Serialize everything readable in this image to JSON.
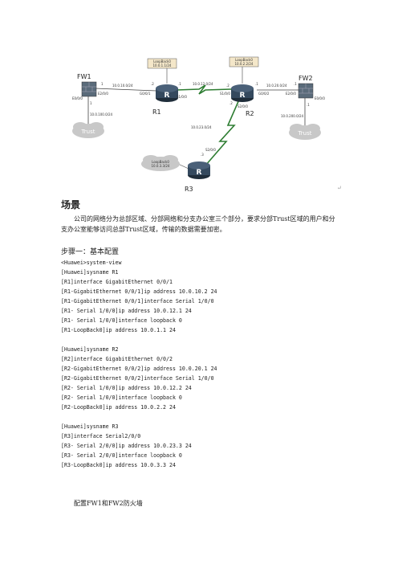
{
  "diagram": {
    "nodes": {
      "fw1": "FW1",
      "fw2": "FW2",
      "r1": "R1",
      "r2": "R2",
      "r3": "R3",
      "router_glyph": "R"
    },
    "loopbacks": {
      "r1": {
        "name": "LoopBack0",
        "ip": "10.0.1.1/24"
      },
      "r2": {
        "name": "LoopBack0",
        "ip": "10.0.2.2/24"
      },
      "r3": {
        "name": "LoopBack0",
        "ip": "10.0.3.3/24"
      }
    },
    "links": {
      "fw1_r1_net": "10.0.10.0/24",
      "r1_r2_net": "10.0.12.0/24",
      "r2_fw2_net": "10.0.20.0/24",
      "r2_r3_net": "10.0.23.0/24",
      "fw1_trust_net": "10.0.100.0/24",
      "fw2_trust_net": "10.0.200.0/24"
    },
    "ports": {
      "fw1_e200": "E2/0/0",
      "fw1_e000": "E0/0/0",
      "r1_g001": "G0/0/1",
      "r1_s100": "S1/0/0",
      "r2_s100": "S1/0/0",
      "r2_g002": "G0/0/2",
      "r2_s200": "S2/0/0",
      "fw2_e200": "E2/0/0",
      "fw2_e000": "E0/0/0",
      "r3_s200": "S2/0/0"
    },
    "host_ids": {
      "fw1_e200": "1",
      "fw1_e000": "1",
      "r1_g001": ".2",
      "r1_s100": ".1",
      "r2_s100": ".2",
      "r2_g002": ".1",
      "r2_s200": ".2",
      "fw2_e200": ".1",
      "fw2_e000": ".1",
      "r3_s200": ".3"
    },
    "trust_label": "Trust"
  },
  "scene_heading": "场景",
  "scene_text": "公司的网络分为总部区域、分部网络和分支办公室三个部分，要求分部Trust区域的用户和分支办公室能够访问总部Trust区域，传输的数据需要加密。",
  "step_title": "步骤一：基本配置",
  "code_lines": [
    "<Huawei>system-view",
    "[Huawei]sysname R1",
    "[R1]interface GigabitEthernet 0/0/1",
    "[R1-GigabitEthernet 0/0/1]ip address 10.0.10.2 24",
    "[R1-GigabitEthernet 0/0/1]interface Serial 1/0/0",
    "[R1- Serial 1/0/0]ip address 10.0.12.1 24",
    "[R1- Serial 1/0/0]interface loopback 0",
    "[R1-LoopBack0]ip address 10.0.1.1 24",
    "",
    "[Huawei]sysname R2",
    "[R2]interface GigabitEthernet 0/0/2",
    "[R2-GigabitEthernet 0/0/2]ip address 10.0.20.1 24",
    "[R2-GigabitEthernet 0/0/2]interface Serial 1/0/0",
    "[R2- Serial 1/0/0]ip address 10.0.12.2 24",
    "[R2- Serial 1/0/0]interface loopback 0",
    "[R2-LoopBack0]ip address 10.0.2.2 24",
    "",
    "[Huawei]sysname R3",
    "[R3]interface Serial2/0/0",
    "[R3- Serial 2/0/0]ip address 10.0.23.3 24",
    "[R3- Serial 2/0/0]interface loopback 0",
    "[R3-LoopBack0]ip address 10.0.3.3 24"
  ],
  "footer_text": "配置FW1和FW2防火墙",
  "colors": {
    "router_body": "#34495e",
    "loopback_box": "#f4e7c9",
    "serial_link": "#2e7d32",
    "cloud": "#c8c8c8"
  }
}
